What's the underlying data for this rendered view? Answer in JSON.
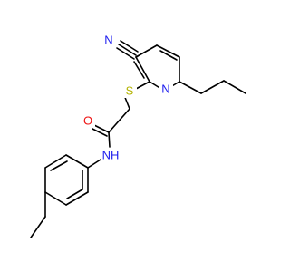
{
  "molecule": {
    "atom_labels": {
      "nitrile_n": "N",
      "thioether_s": "S",
      "pyridine_n": "N",
      "carbonyl_o": "O",
      "amide_nh": "NH"
    },
    "colors": {
      "bond": "#000000",
      "carbon": "#000000",
      "nitrogen": "#2020ee",
      "sulfur": "#b3b300",
      "oxygen": "#ee1111"
    }
  }
}
